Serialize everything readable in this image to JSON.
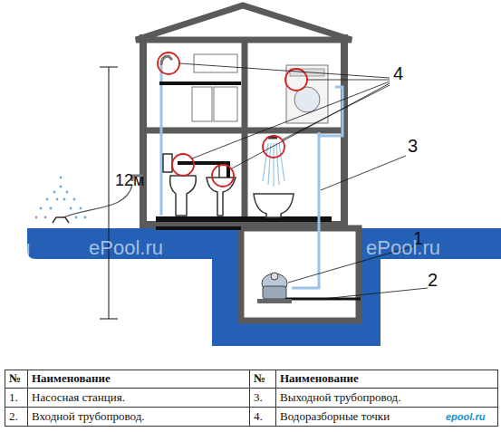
{
  "diagram": {
    "labels": [
      "12м",
      "4",
      "3",
      "1",
      "2",
      "l.ru",
      "ePool.ru",
      "ePool.ru",
      "№",
      "Наименование",
      "№",
      "Наименование",
      "1.",
      "Насосная станция.",
      "3.",
      "Выходной трубопровод.",
      "2.",
      "Входной трубопровод.",
      "4.",
      "Водоразборные точки",
      "epool.ru"
    ]
  }
}
